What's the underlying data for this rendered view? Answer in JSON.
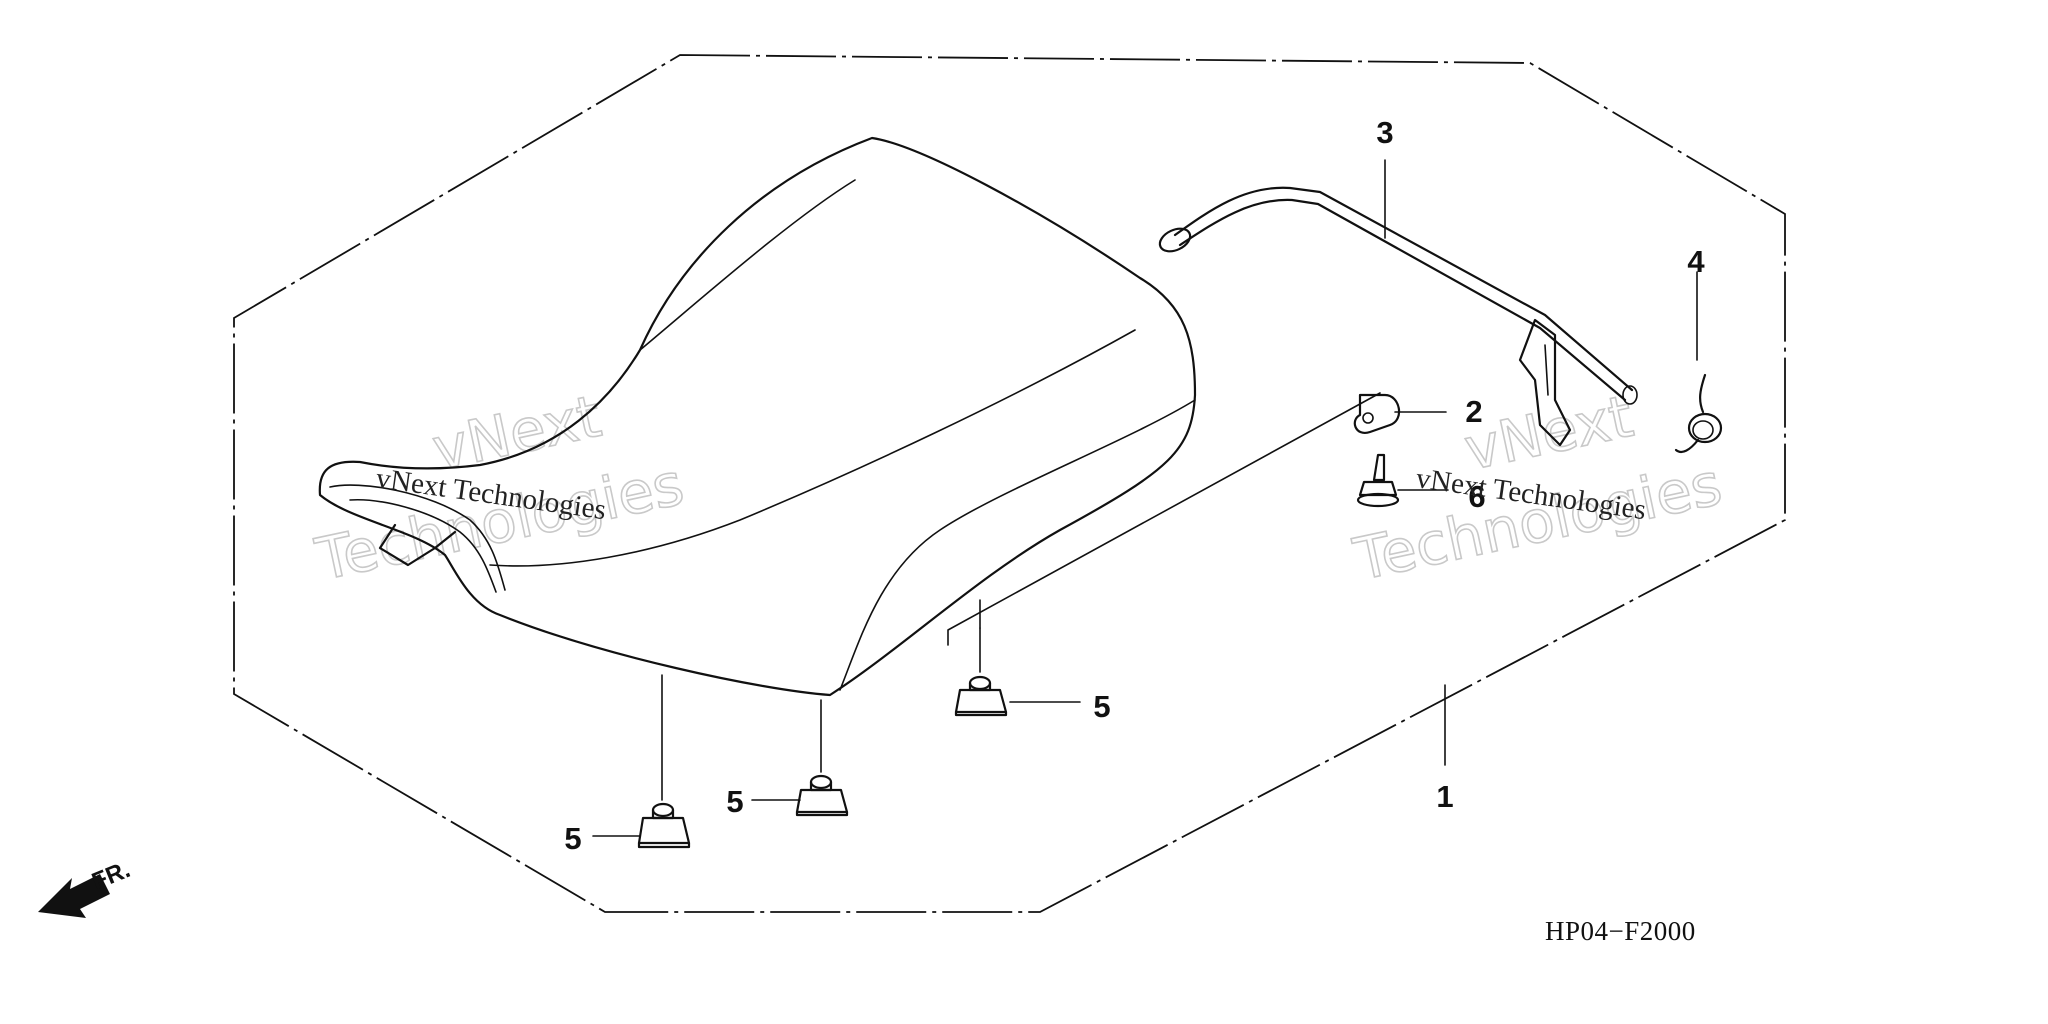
{
  "callouts": {
    "seat": "1",
    "plate": "2",
    "lever": "3",
    "spring": "4",
    "cushion_a": "5",
    "cushion_b": "5",
    "cushion_c": "5",
    "bolt": "6"
  },
  "front_indicator": "FR.",
  "diagram_code": "HP04−F2000",
  "watermark": {
    "outline_line1": "vNext",
    "outline_line2": "Technologies",
    "serif_text": "vNext Technologies"
  }
}
